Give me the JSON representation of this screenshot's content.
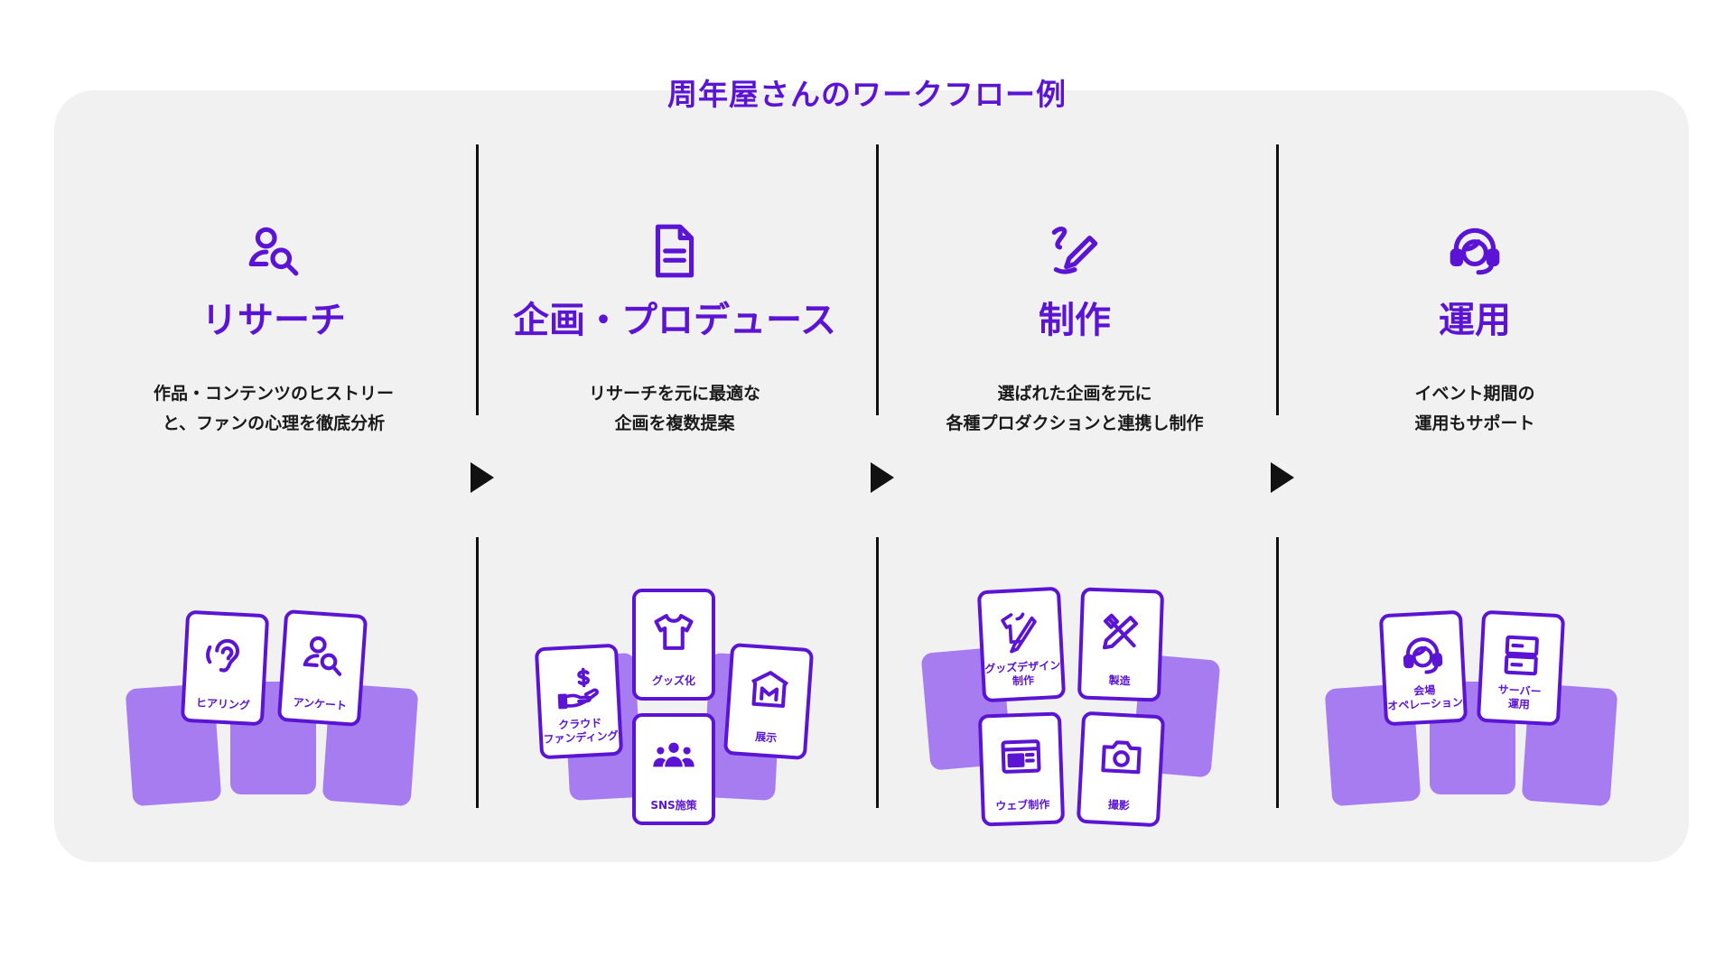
{
  "title": "周年屋さんのワークフロー例",
  "colors": {
    "accent": "#5b14d4",
    "tile": "#a67cf0",
    "panel": "#f1f1f2",
    "text": "#1a1a1a"
  },
  "steps": [
    {
      "icon": "user-search-icon",
      "title": "リサーチ",
      "desc": [
        "作品・コンテンツのヒストリー",
        "と、ファンの心理を徹底分析"
      ],
      "cards": [
        {
          "icon": "ear-icon",
          "label": [
            "ヒアリング"
          ]
        },
        {
          "icon": "user-search-icon",
          "label": [
            "アンケート"
          ]
        }
      ]
    },
    {
      "icon": "document-icon",
      "title": "企画・プロデュース",
      "desc": [
        "リサーチを元に最適な",
        "企画を複数提案"
      ],
      "cards": [
        {
          "icon": "hand-dollar-icon",
          "label": [
            "クラウド",
            "ファンディング"
          ]
        },
        {
          "icon": "tshirt-icon",
          "label": [
            "グッズ化"
          ]
        },
        {
          "icon": "museum-icon",
          "label": [
            "展示"
          ]
        },
        {
          "icon": "people-icon",
          "label": [
            "SNS施策"
          ]
        }
      ]
    },
    {
      "icon": "pencil-scribble-icon",
      "title": "制作",
      "desc": [
        "選ばれた企画を元に",
        "各種プロダクションと連携し制作"
      ],
      "cards": [
        {
          "icon": "shirt-pen-icon",
          "label": [
            "グッズデザイン",
            "制作"
          ]
        },
        {
          "icon": "tools-icon",
          "label": [
            "製造"
          ]
        },
        {
          "icon": "browser-icon",
          "label": [
            "ウェブ制作"
          ]
        },
        {
          "icon": "camera-icon",
          "label": [
            "撮影"
          ]
        }
      ]
    },
    {
      "icon": "headset-icon",
      "title": "運用",
      "desc": [
        "イベント期間の",
        "運用もサポート"
      ],
      "cards": [
        {
          "icon": "headset-icon",
          "label": [
            "会場",
            "オペレーション"
          ]
        },
        {
          "icon": "server-icon",
          "label": [
            "サーバー",
            "運用"
          ]
        }
      ]
    }
  ]
}
